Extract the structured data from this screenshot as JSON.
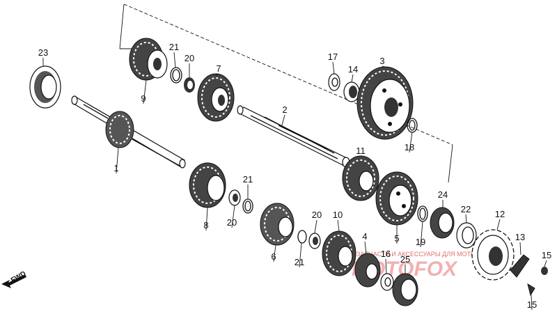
{
  "parts": [
    {
      "key": "p1",
      "label": "1",
      "name": "mainshaft"
    },
    {
      "key": "p2",
      "label": "2",
      "name": "countershaft"
    },
    {
      "key": "p3",
      "label": "3",
      "name": "large-gear"
    },
    {
      "key": "p4",
      "label": "4",
      "name": "gear"
    },
    {
      "key": "p5",
      "label": "5",
      "name": "gear"
    },
    {
      "key": "p6",
      "label": "6",
      "name": "gear"
    },
    {
      "key": "p7",
      "label": "7",
      "name": "gear"
    },
    {
      "key": "p8",
      "label": "8",
      "name": "gear"
    },
    {
      "key": "p9",
      "label": "9",
      "name": "gear"
    },
    {
      "key": "p10",
      "label": "10",
      "name": "gear"
    },
    {
      "key": "p11",
      "label": "11",
      "name": "gear"
    },
    {
      "key": "p12",
      "label": "12",
      "name": "drive-sprocket"
    },
    {
      "key": "p13",
      "label": "13",
      "name": "sprocket-plate"
    },
    {
      "key": "p14",
      "label": "14",
      "name": "bushing"
    },
    {
      "key": "p15a",
      "label": "15",
      "name": "bolt"
    },
    {
      "key": "p15b",
      "label": "15",
      "name": "bolt"
    },
    {
      "key": "p16",
      "label": "16",
      "name": "washer"
    },
    {
      "key": "p17",
      "label": "17",
      "name": "washer"
    },
    {
      "key": "p18",
      "label": "18",
      "name": "circlip"
    },
    {
      "key": "p19",
      "label": "19",
      "name": "circlip"
    },
    {
      "key": "p20a",
      "label": "20",
      "name": "washer"
    },
    {
      "key": "p20b",
      "label": "20",
      "name": "washer"
    },
    {
      "key": "p20c",
      "label": "20",
      "name": "washer"
    },
    {
      "key": "p21a",
      "label": "21",
      "name": "circlip"
    },
    {
      "key": "p21b",
      "label": "21",
      "name": "circlip"
    },
    {
      "key": "p21c",
      "label": "21",
      "name": "circlip"
    },
    {
      "key": "p22",
      "label": "22",
      "name": "oil-seal"
    },
    {
      "key": "p23",
      "label": "23",
      "name": "bearing"
    },
    {
      "key": "p24",
      "label": "24",
      "name": "bearing"
    },
    {
      "key": "p25",
      "label": "25",
      "name": "bearing"
    }
  ],
  "fwd_label": "FWD",
  "watermark": {
    "line": "ЗАПЧАСТИ И АКСЕССУАРЫ ДЛЯ МОТОТЕХНИКИ",
    "brand": "MOTOFOX"
  }
}
